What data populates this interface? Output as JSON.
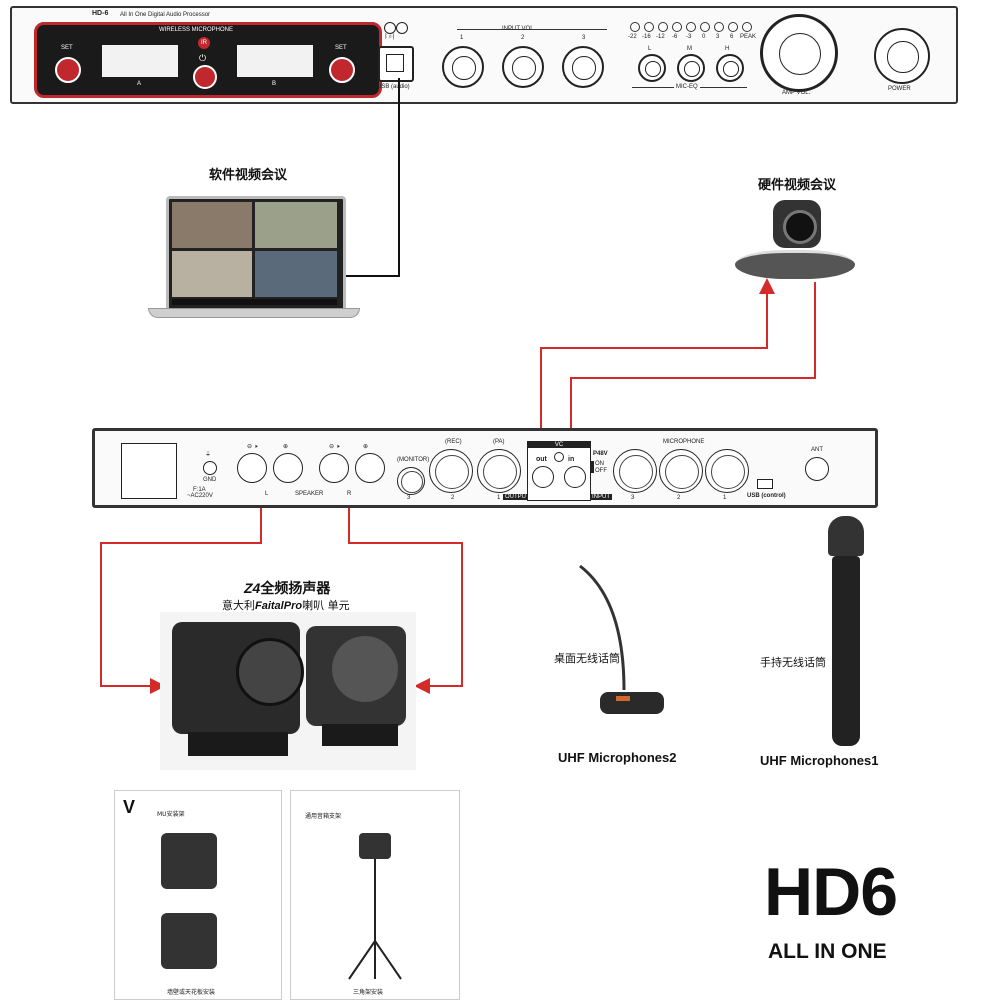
{
  "front_panel": {
    "model": "HD-6",
    "subtitle": "All In One Digital Audio Processor",
    "wireless_label": "WIRELESS MICROPHONE",
    "ir_label": "IR",
    "set_left": "SET",
    "set_right": "SET",
    "channel_a": "A",
    "channel_b": "B",
    "usb_audio": "USB (audio)",
    "input_vol": "INPUT VOL.",
    "input_nums": [
      "1",
      "2",
      "3"
    ],
    "led_scale": [
      "-22",
      "-16",
      "-12",
      "-6",
      "-3",
      "0",
      "3",
      "6",
      "PEAK"
    ],
    "eq_labels": [
      "L",
      "M",
      "H"
    ],
    "mic_eq": "MIC-EQ",
    "amp_vol": "AMP VOL.",
    "power": "POWER"
  },
  "software_conf": {
    "label": "软件视频会议"
  },
  "hardware_conf": {
    "label": "硬件视频会议"
  },
  "rear_panel": {
    "fuse": "F:1A",
    "voltage": "~AC220V",
    "gnd": "GND",
    "speaker": "SPEAKER",
    "spk_l": "L",
    "spk_r": "R",
    "monitor": "(MONITOR)",
    "rec": "(REC)",
    "pa": "(PA)",
    "output_nums": [
      "3",
      "2",
      "1"
    ],
    "output": "OUTPUT",
    "vc": "VC",
    "vc_out": "out",
    "vc_in": "in",
    "p48v": "P48V",
    "on": "ON",
    "off": "OFF",
    "input": "INPUT",
    "microphone": "MICROPHONE",
    "mic_nums": [
      "3",
      "2",
      "1"
    ],
    "usb_control": "USB (control)",
    "ant": "ANT"
  },
  "speaker_product": {
    "title_bold": "Z4",
    "title_rest": "全频扬声器",
    "sub_pre": "意大利",
    "sub_brand": "FaitalPro",
    "sub_post": "喇叭 单元"
  },
  "desk_mic": {
    "label": "桌面无线话筒",
    "model": "UHF Microphones2"
  },
  "handheld_mic": {
    "label": "手持无线话筒",
    "model": "UHF Microphones1"
  },
  "mount_box_1": {
    "title": "MU安装架",
    "caption": "墙壁或天花板安装"
  },
  "mount_box_2": {
    "title": "通用音箱支架",
    "caption": "三角架安装"
  },
  "brand": {
    "big": "HD6",
    "sub": "ALL IN ONE"
  },
  "colors": {
    "signal_line": "#d42a2a",
    "usb_line": "#111111",
    "panel_red": "#c0282d"
  }
}
